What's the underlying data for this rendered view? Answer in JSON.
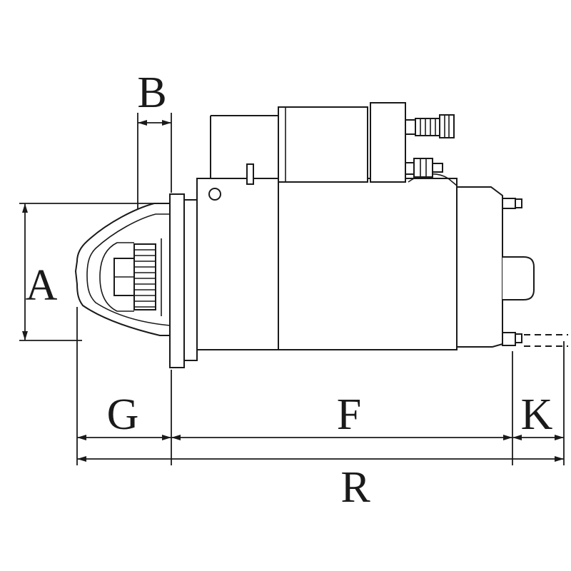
{
  "canvas": {
    "background_color": "#ffffff",
    "line_color": "#1a1a1a"
  },
  "drawing": {
    "subject": "starter-motor-side-view-dimension-drawing",
    "dimension_labels": {
      "a": "A",
      "b": "B",
      "g": "G",
      "f": "F",
      "k": "K",
      "r": "R"
    }
  }
}
